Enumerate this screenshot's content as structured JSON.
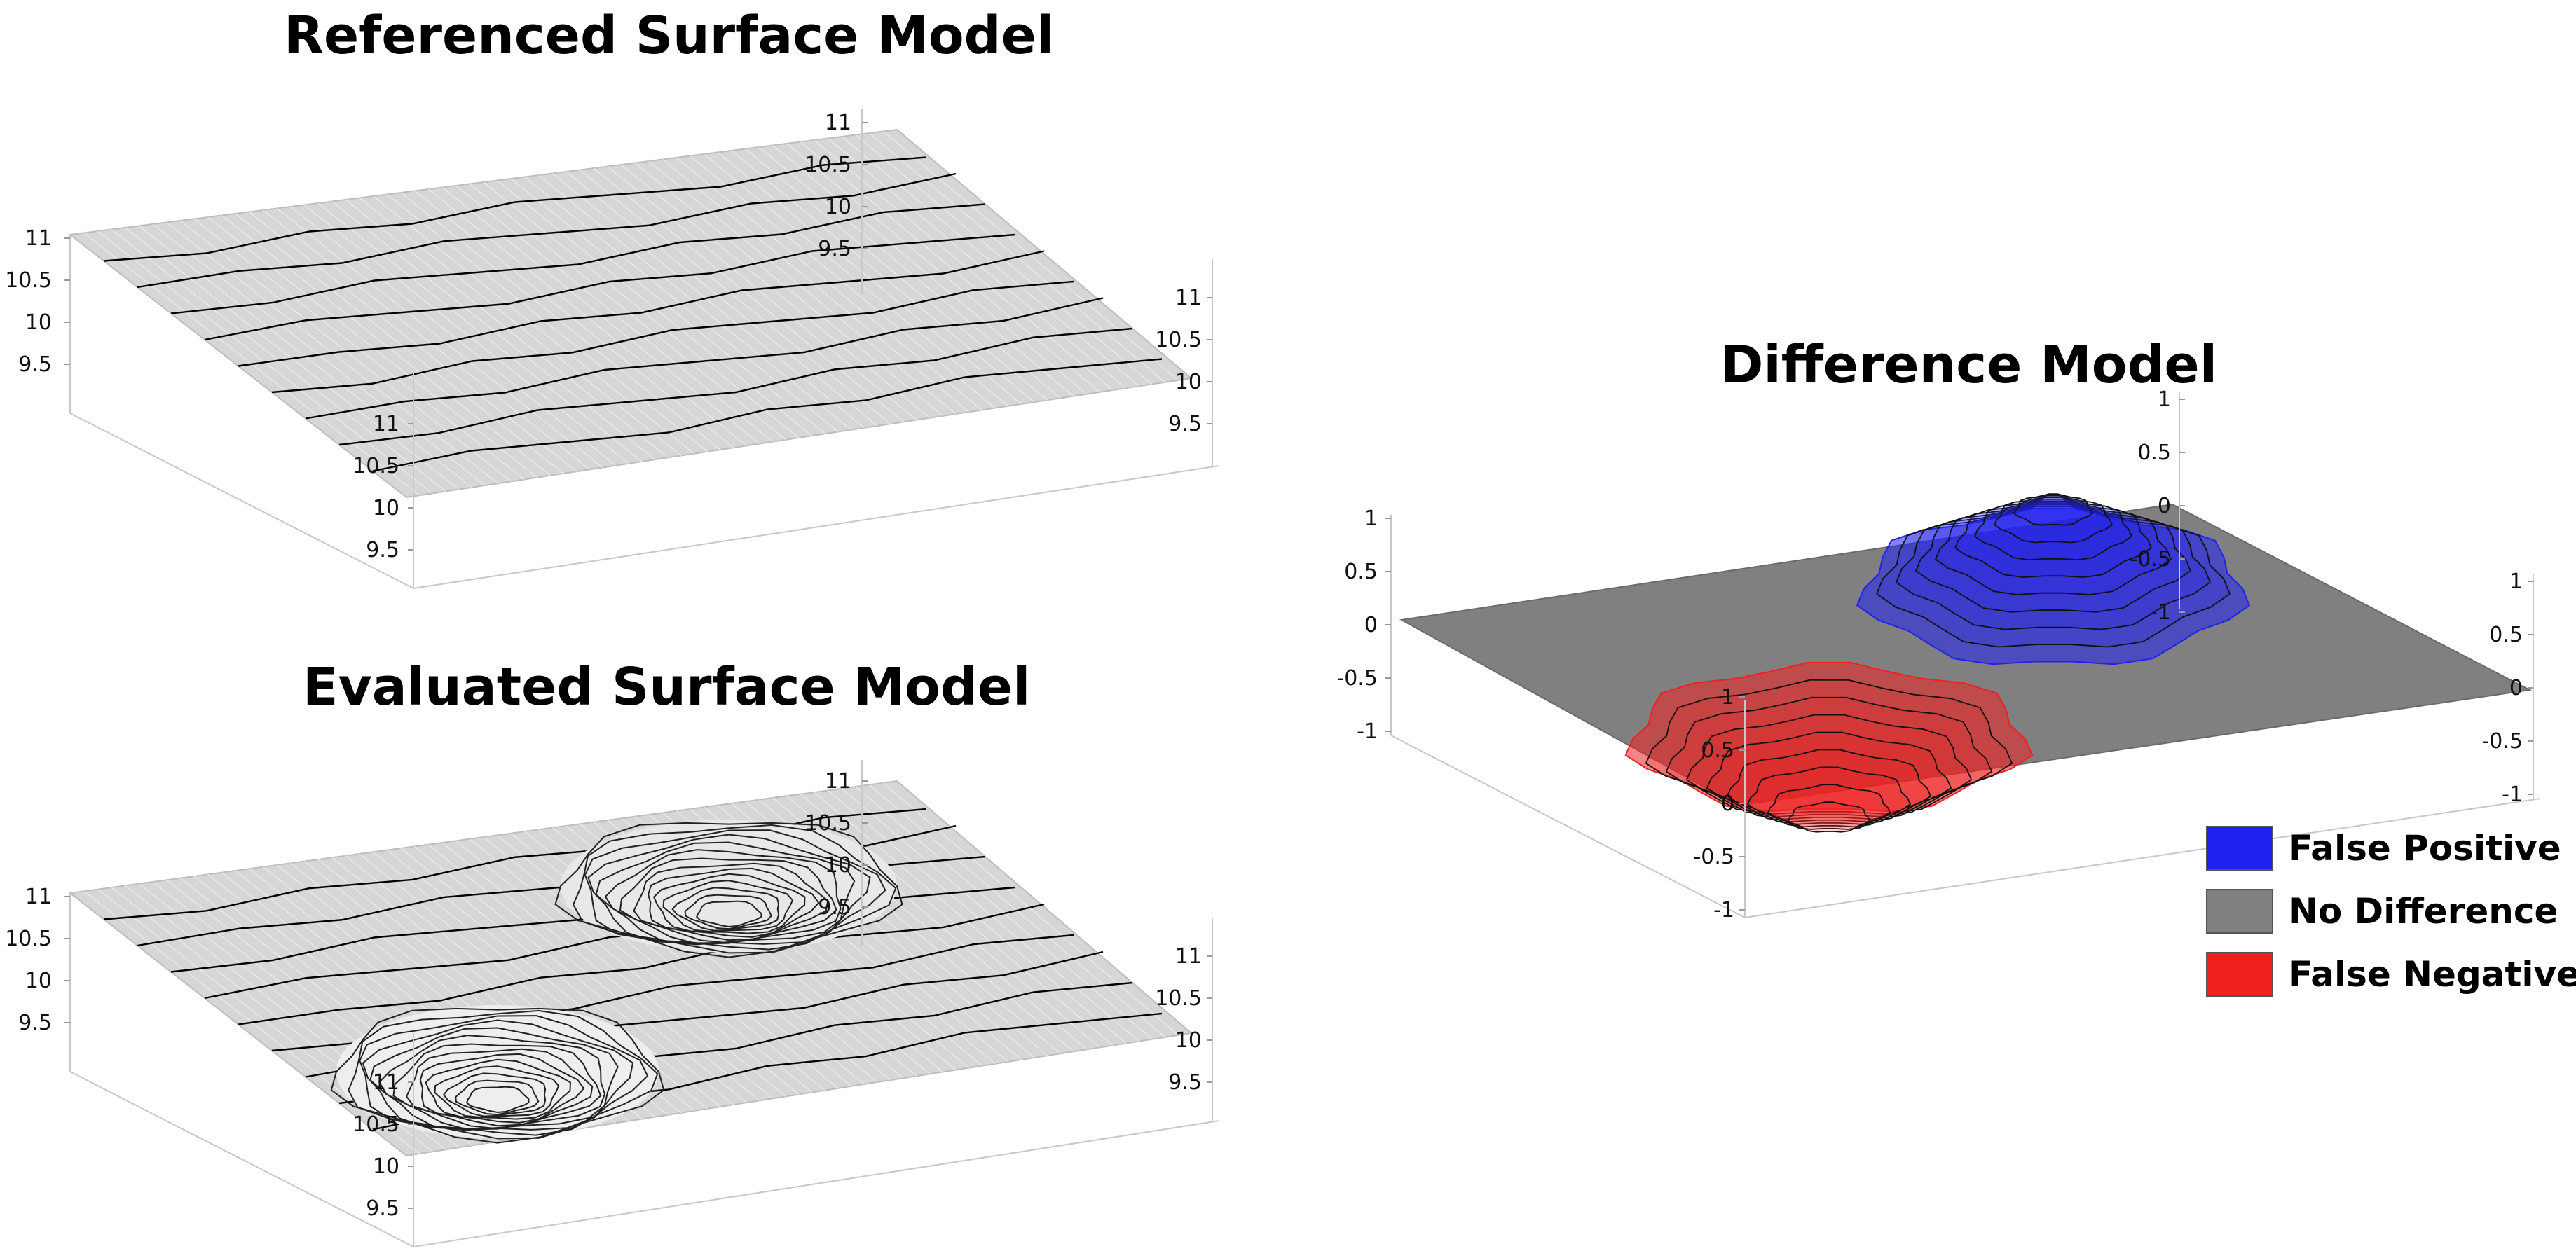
{
  "figure": {
    "panels": [
      {
        "id": "reference",
        "title": "Referenced Surface Model",
        "z_ticks": [
          "11",
          "10.5",
          "10",
          "9.5"
        ],
        "surface_color": "#d6d6d6",
        "contour_color": "#000000"
      },
      {
        "id": "evaluated",
        "title": "Evaluated Surface Model",
        "z_ticks": [
          "11",
          "10.5",
          "10",
          "9.5"
        ],
        "surface_color": "#d6d6d6",
        "contour_color": "#000000"
      },
      {
        "id": "difference",
        "title": "Difference Model",
        "z_ticks": [
          "1",
          "0.5",
          "0",
          "-0.5",
          "-1"
        ]
      }
    ],
    "legend": [
      {
        "label": "False Positive",
        "color": "#2020f0"
      },
      {
        "label": "No Difference",
        "color": "#808080"
      },
      {
        "label": "False Negative",
        "color": "#f02020"
      }
    ]
  }
}
